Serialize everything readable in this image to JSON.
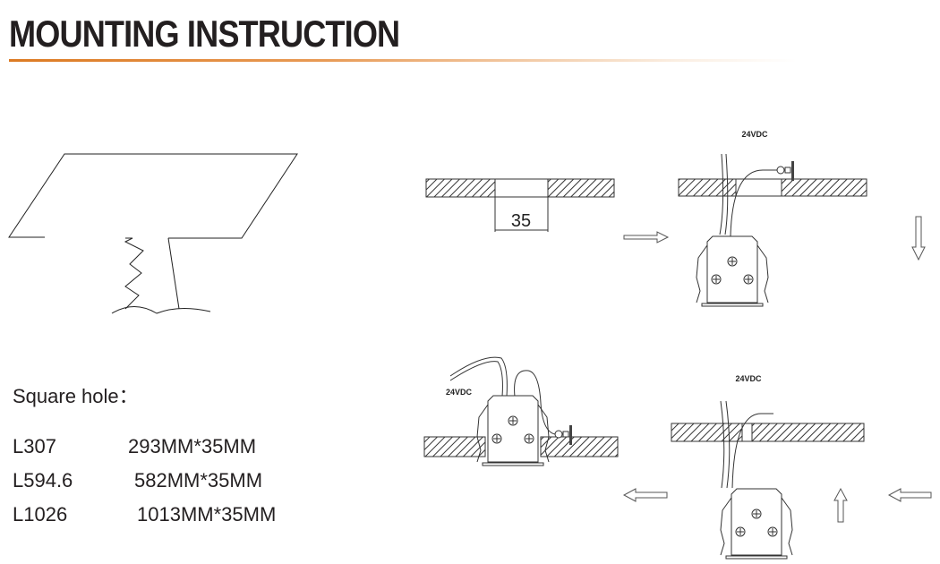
{
  "title": "MOUNTING INSTRUCTION",
  "square_hole": {
    "heading": "Square hole：",
    "rows": [
      {
        "model": "L307",
        "size": "293MM*35MM"
      },
      {
        "model": "L594.6",
        "size": "582MM*35MM"
      },
      {
        "model": "L1026",
        "size": "1013MM*35MM"
      }
    ]
  },
  "diagram": {
    "hole_width": "35",
    "voltage_label": "24VDC"
  },
  "colors": {
    "accent_rule": "#dc7a23",
    "ink": "#231f20"
  }
}
